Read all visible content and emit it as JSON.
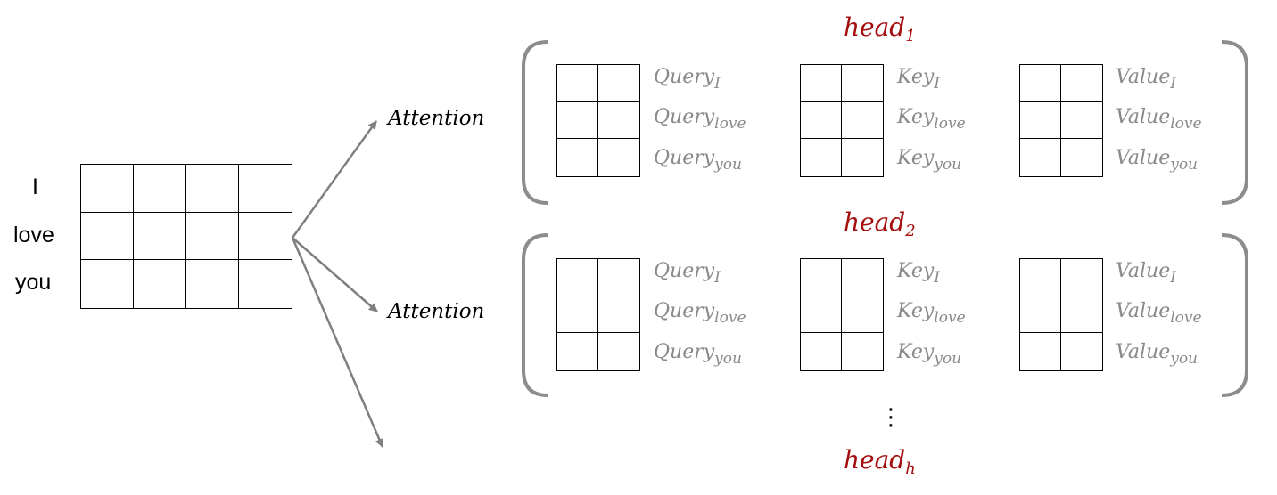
{
  "input": {
    "tokens": [
      "I",
      "love",
      "you"
    ]
  },
  "branches": [
    "Attention",
    "Attention"
  ],
  "heads": [
    {
      "base": "head",
      "sub": "1",
      "rows": [
        {
          "q_base": "Query",
          "q_sub": "I",
          "k_base": "Key",
          "k_sub": "I",
          "v_base": "Value",
          "v_sub": "I"
        },
        {
          "q_base": "Query",
          "q_sub": "love",
          "k_base": "Key",
          "k_sub": "love",
          "v_base": "Value",
          "v_sub": "love"
        },
        {
          "q_base": "Query",
          "q_sub": "you",
          "k_base": "Key",
          "k_sub": "you",
          "v_base": "Value",
          "v_sub": "you"
        }
      ]
    },
    {
      "base": "head",
      "sub": "2",
      "rows": [
        {
          "q_base": "Query",
          "q_sub": "I",
          "k_base": "Key",
          "k_sub": "I",
          "v_base": "Value",
          "v_sub": "I"
        },
        {
          "q_base": "Query",
          "q_sub": "love",
          "k_base": "Key",
          "k_sub": "love",
          "v_base": "Value",
          "v_sub": "love"
        },
        {
          "q_base": "Query",
          "q_sub": "you",
          "k_base": "Key",
          "k_sub": "you",
          "v_base": "Value",
          "v_sub": "you"
        }
      ]
    }
  ],
  "ellipsis": "⋮",
  "last_head": {
    "base": "head",
    "sub": "h"
  },
  "colors": {
    "head": "#a40e0e",
    "label": "#8a8a8a",
    "arrow": "#7f7f7f",
    "bracket": "#8c8c8c"
  }
}
